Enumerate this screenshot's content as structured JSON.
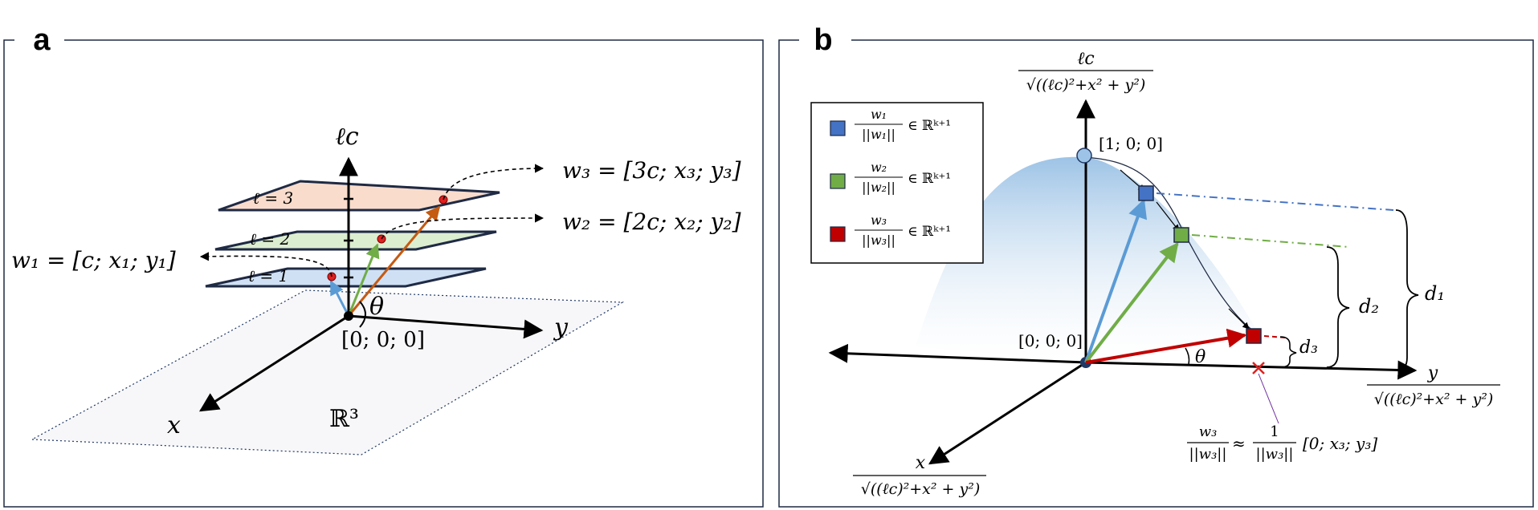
{
  "panel_a": {
    "letter": "a",
    "axis_z": "ℓc",
    "axis_x": "x",
    "axis_y": "y",
    "space": "ℝ³",
    "origin": "[0; 0; 0]",
    "angle": "θ",
    "layer1": "ℓ = 1",
    "layer2": "ℓ = 2",
    "layer3": "ℓ = 3",
    "w1": "w₁ = [c; x₁; y₁]",
    "w2": "w₂ = [2c; x₂; y₂]",
    "w3": "w₃ = [3c; x₃; y₃]"
  },
  "panel_b": {
    "letter": "b",
    "top_num": "ℓc",
    "den": "√((ℓc)²+x² + y²)",
    "point_top": "[1; 0; 0]",
    "origin": "[0; 0; 0]",
    "y_num": "y",
    "x_num": "x",
    "angle": "θ",
    "d1": "d₁",
    "d2": "d₂",
    "d3": "d₃",
    "legend": [
      {
        "num": "w₁",
        "den": "||w₁||",
        "tail": "∈ ℝᵏ⁺¹",
        "color": "#4472c4"
      },
      {
        "num": "w₂",
        "den": "||w₂||",
        "tail": "∈ ℝᵏ⁺¹",
        "color": "#70ad47"
      },
      {
        "num": "w₃",
        "den": "||w₃||",
        "tail": "∈ ℝᵏ⁺¹",
        "color": "#c00000"
      }
    ],
    "approx_lhs_num": "w₃",
    "approx_lhs_den": "||w₃||",
    "approx_sym": "≈",
    "approx_rhs_num": "1",
    "approx_rhs_den": "||w₃||",
    "approx_tail": "[0; x₃; y₃]"
  }
}
